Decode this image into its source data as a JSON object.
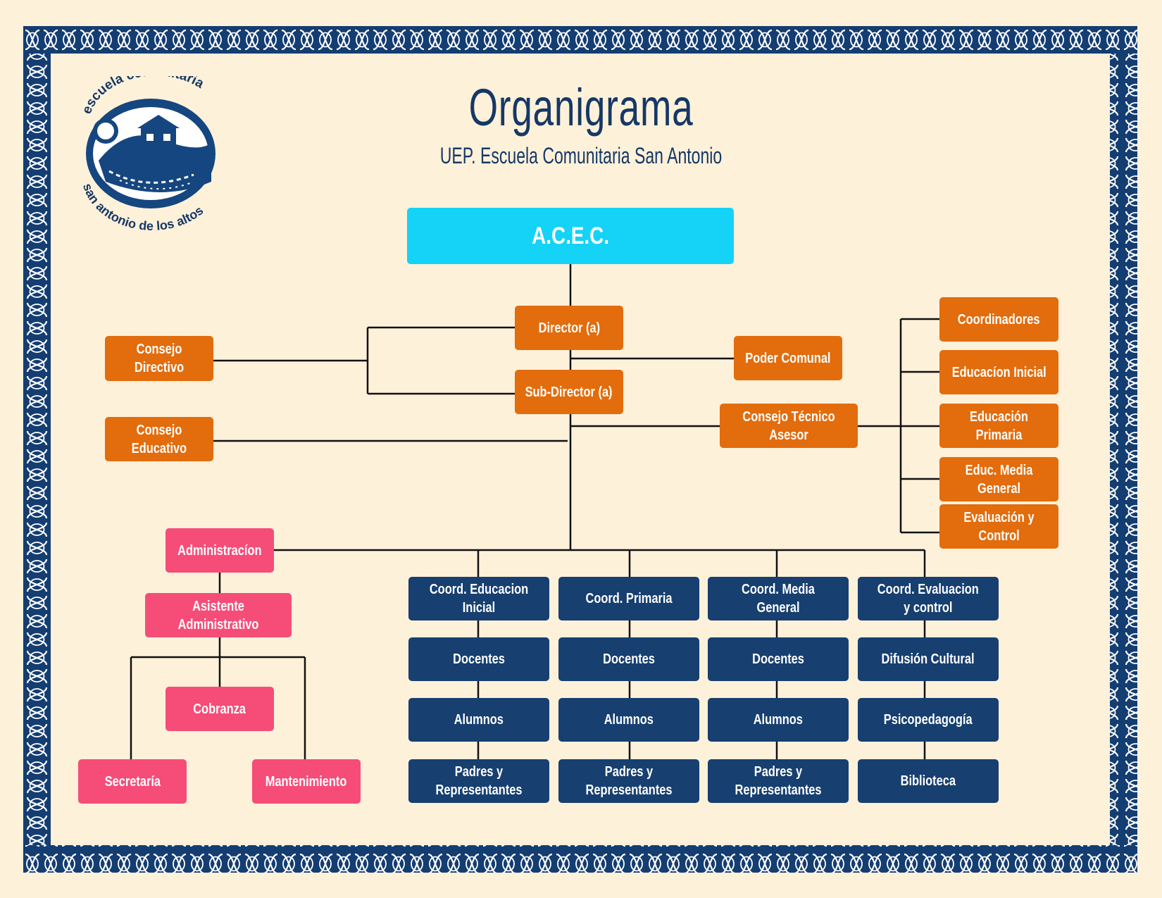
{
  "header": {
    "title": "Organigrama",
    "subtitle": "UEP. Escuela Comunitaria San Antonio"
  },
  "logo": {
    "text_top": "escuela comunitaria",
    "text_bottom": "san antonio de los altos"
  },
  "colors": {
    "frame": "#143d72",
    "background": "#fef1da",
    "acec": "#14d3f6",
    "orange": "#e36c0c",
    "pink": "#f54d78",
    "navy": "#173f70"
  },
  "nodes": {
    "acec": "A.C.E.C.",
    "director": "Director (a)",
    "sub_director": "Sub-Director (a)",
    "consejo_directivo": "Consejo Directivo",
    "consejo_educativo": "Consejo Educativo",
    "poder_comunal": "Poder Comunal",
    "consejo_tecnico": "Consejo Técnico Asesor",
    "coordinadores": "Coordinadores",
    "educacion_inicial": "Educacíon Inicial",
    "educacion_primaria": "Educación Primaria",
    "educ_media": "Educ. Media General",
    "evaluacion_control": "Evaluación y Control",
    "administracion": "Administracíon",
    "asistente": "Asistente Administrativo",
    "cobranza": "Cobranza",
    "secretaria": "Secretaría",
    "mantenimiento": "Mantenimiento",
    "coord_inicial": "Coord. Educacion Inicial",
    "coord_primaria": "Coord. Primaria",
    "coord_media": "Coord.  Media General",
    "coord_evaluacion": "Coord. Evaluacion\ny  control",
    "docentes_1": "Docentes",
    "docentes_2": "Docentes",
    "docentes_3": "Docentes",
    "difusion": "Difusión Cultural",
    "alumnos_1": "Alumnos",
    "alumnos_2": "Alumnos",
    "alumnos_3": "Alumnos",
    "psicopedagogia": "Psicopedagogía",
    "padres_1": "Padres y Representantes",
    "padres_2": "Padres y Representantes",
    "padres_3": "Padres y Representantes",
    "biblioteca": "Biblioteca"
  }
}
